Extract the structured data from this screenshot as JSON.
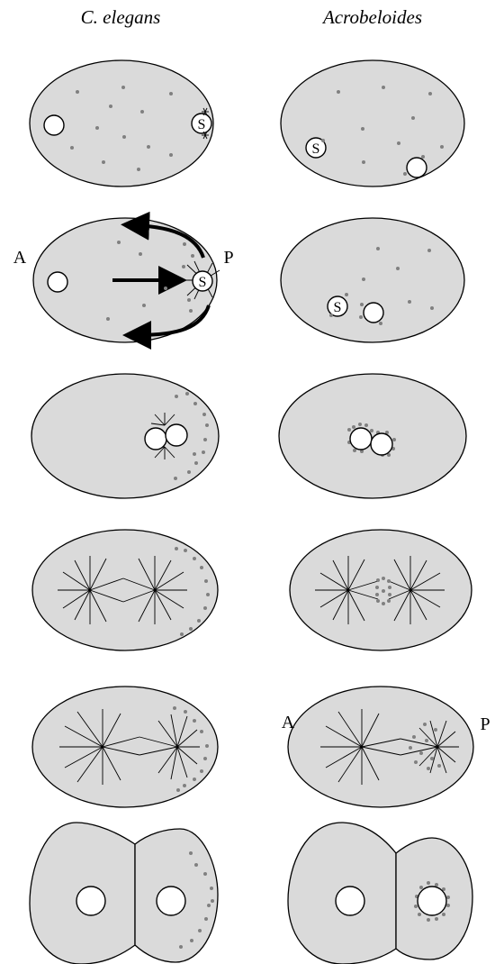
{
  "columns": [
    "C. elegans",
    "Acrobeloides"
  ],
  "labels": {
    "anterior": "A",
    "posterior": "P",
    "sperm": "S"
  },
  "figure": {
    "description_panels": 12,
    "rows": 6
  }
}
